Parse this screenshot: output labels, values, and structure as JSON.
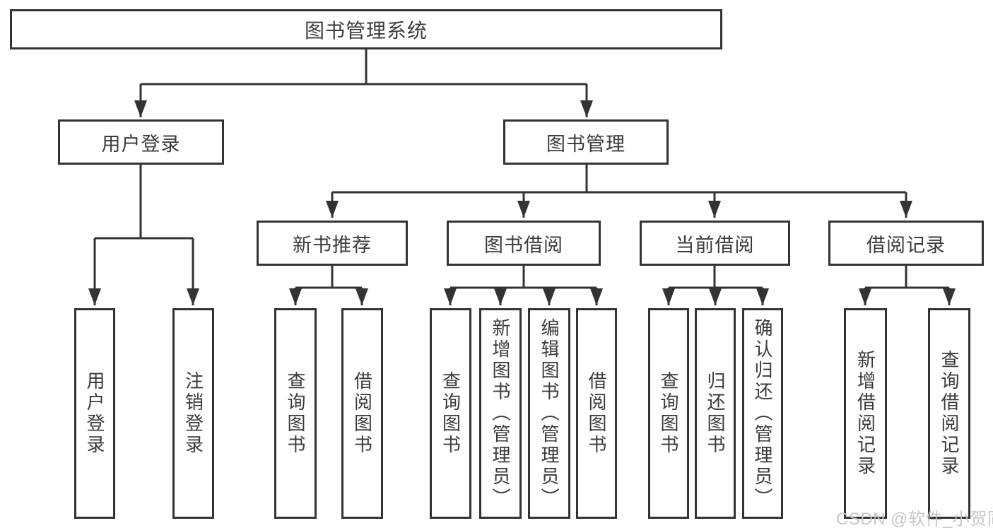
{
  "diagram": {
    "type": "hierarchy-flowchart",
    "title": "图书管理系统",
    "watermark": "CSDN @软件_小贺同学",
    "colors": {
      "line": "#333333",
      "node_border": "#333333",
      "node_fill": "#ffffff",
      "text": "#3a3a3a",
      "background": "#ffffff",
      "watermark_text": "#c3c3c3"
    },
    "tree": {
      "label": "图书管理系统",
      "children": [
        {
          "label": "用户登录",
          "children": [
            {
              "label": "用户登录"
            },
            {
              "label": "注销登录"
            }
          ]
        },
        {
          "label": "图书管理",
          "children": [
            {
              "label": "新书推荐",
              "children": [
                {
                  "label": "查询图书"
                },
                {
                  "label": "借阅图书"
                }
              ]
            },
            {
              "label": "图书借阅",
              "children": [
                {
                  "label": "查询图书"
                },
                {
                  "label": "新增图书（管理员）"
                },
                {
                  "label": "编辑图书（管理员）"
                },
                {
                  "label": "借阅图书"
                }
              ]
            },
            {
              "label": "当前借阅",
              "children": [
                {
                  "label": "查询图书"
                },
                {
                  "label": "归还图书"
                },
                {
                  "label": "确认归还（管理员）"
                }
              ]
            },
            {
              "label": "借阅记录",
              "children": [
                {
                  "label": "新增借阅记录"
                },
                {
                  "label": "查询借阅记录"
                }
              ]
            }
          ]
        }
      ]
    }
  }
}
